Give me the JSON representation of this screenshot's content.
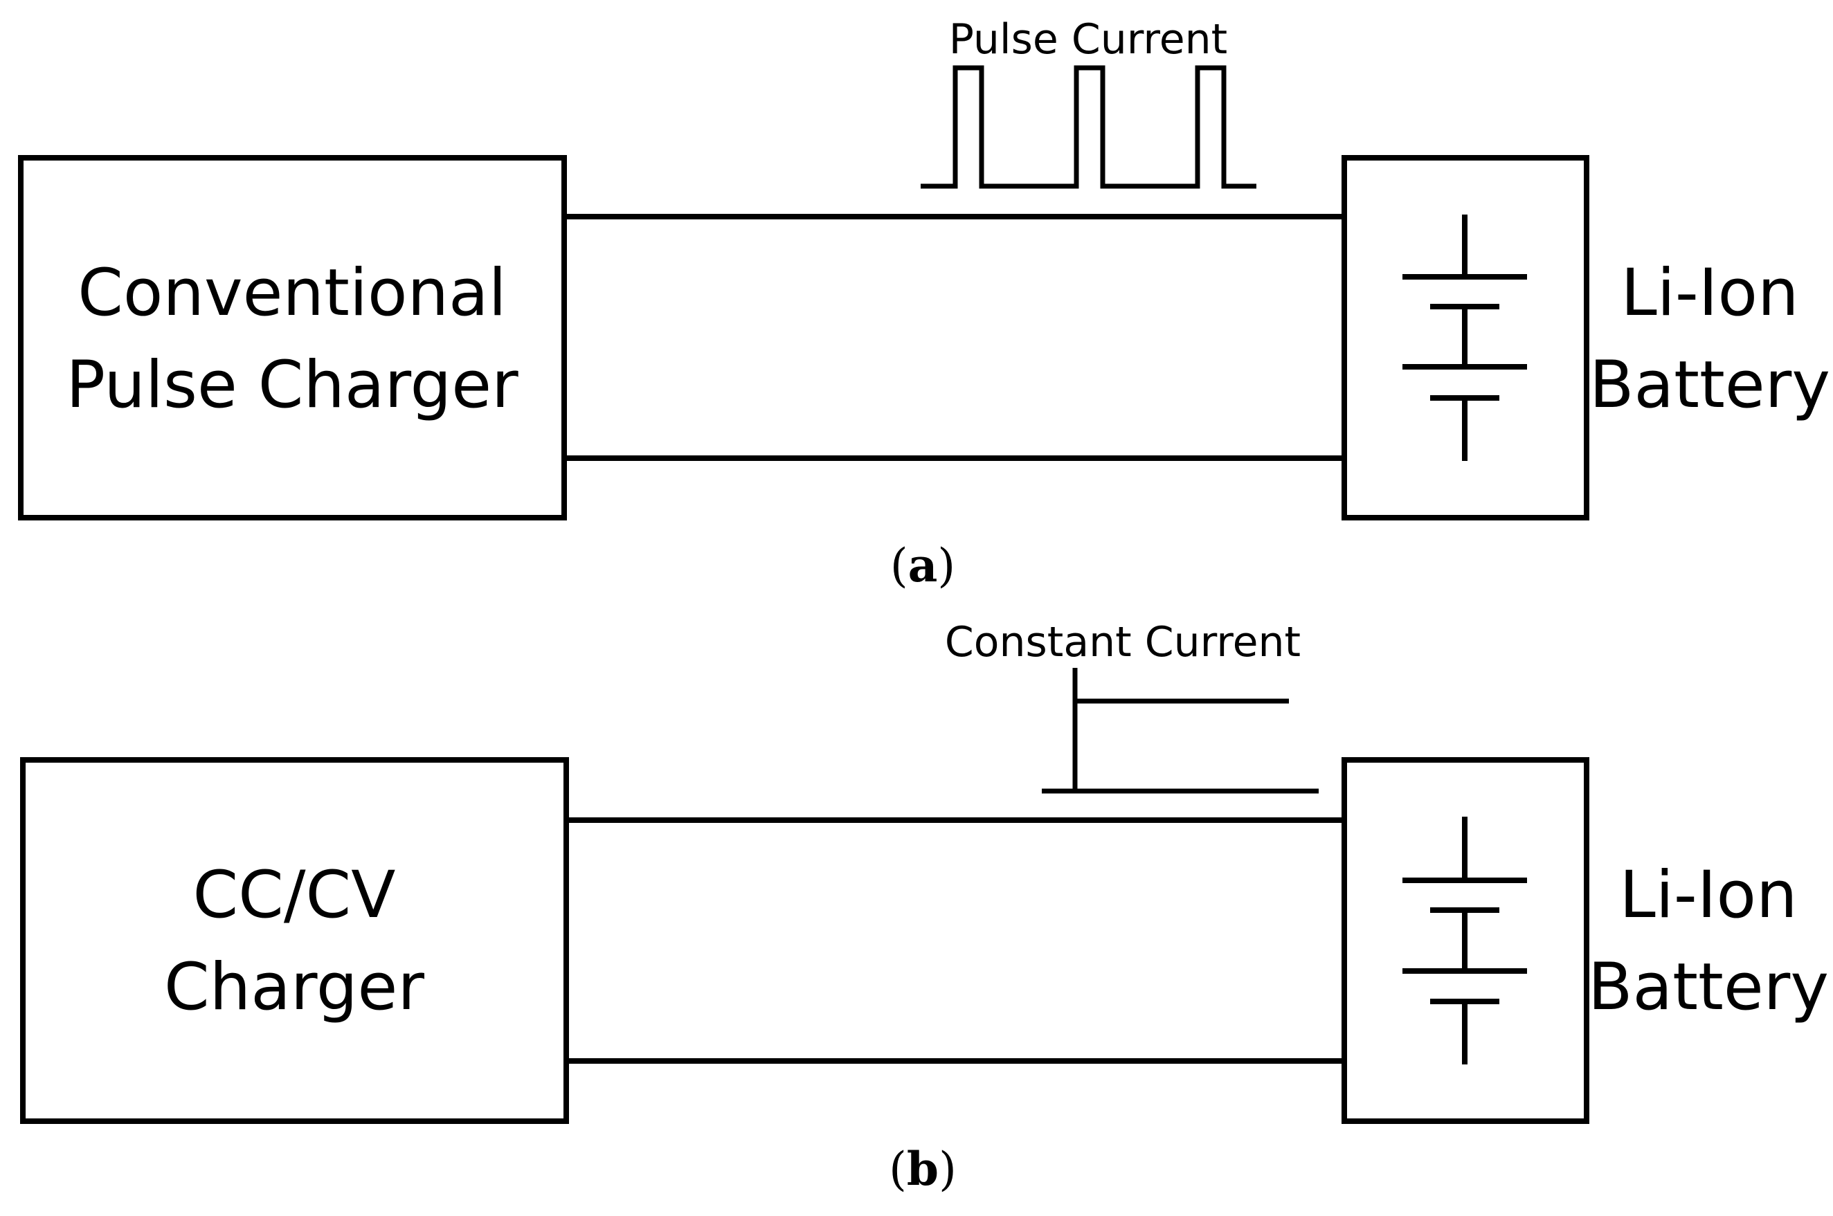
{
  "panel_a": {
    "charger_label_line1": "Conventional",
    "charger_label_line2": "Pulse Charger",
    "waveform_label": "Pulse Current",
    "battery_label_line1": "Li-Ion",
    "battery_label_line2": "Battery",
    "caption_letter": "a"
  },
  "panel_b": {
    "charger_label_line1": "CC/CV",
    "charger_label_line2": "Charger",
    "waveform_label": "Constant Current",
    "battery_label_line1": "Li-Ion",
    "battery_label_line2": "Battery",
    "caption_letter": "b"
  },
  "colors": {
    "stroke": "#000000",
    "background": "#ffffff"
  },
  "icons": {
    "battery": "battery-cell-symbol-icon",
    "pulse_waveform": "pulse-waveform-icon",
    "constant_waveform": "step-waveform-icon"
  }
}
